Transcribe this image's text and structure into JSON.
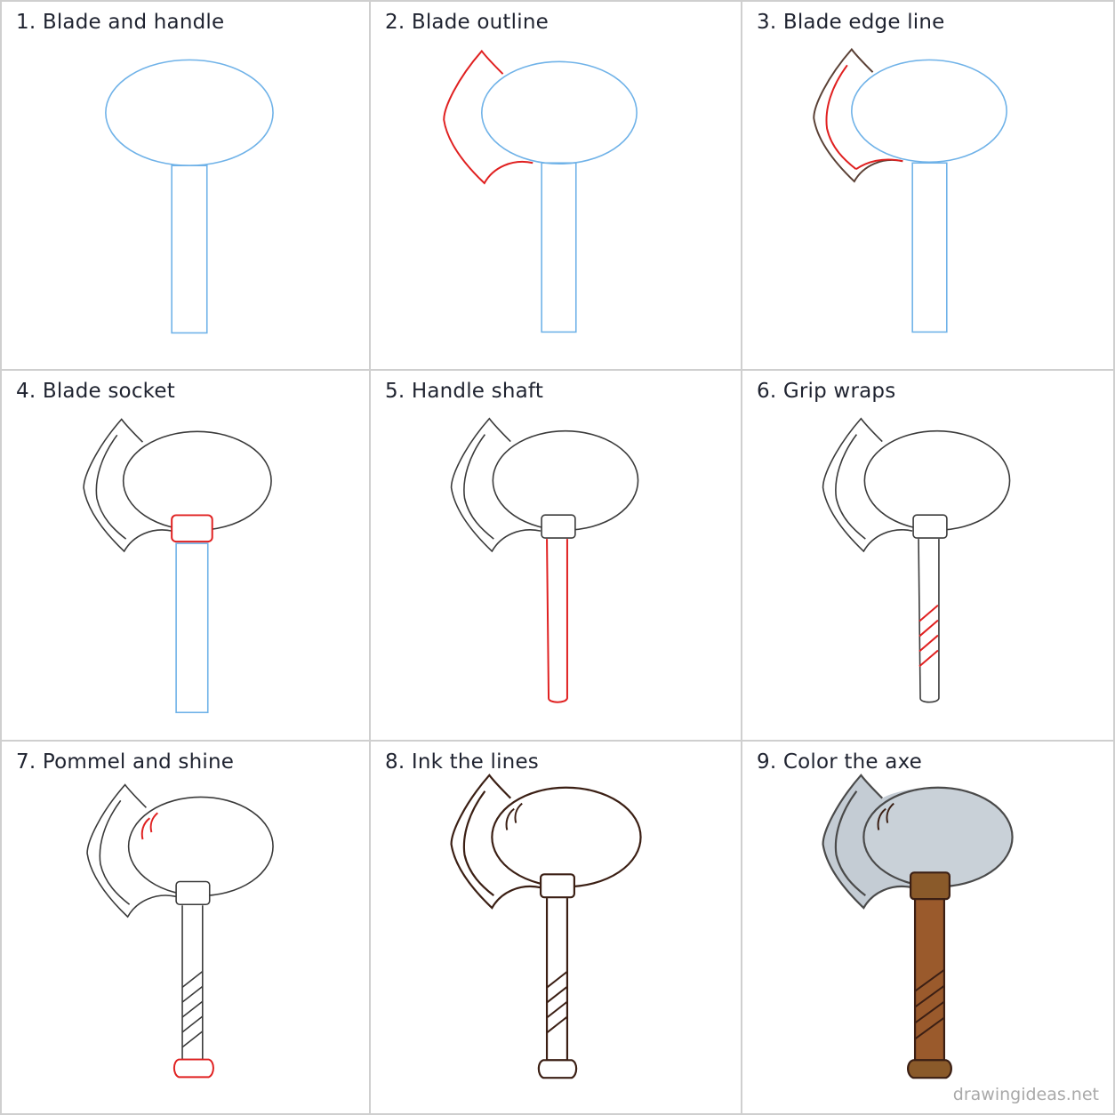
{
  "steps": [
    {
      "caption": "1. Blade and handle"
    },
    {
      "caption": "2. Blade outline"
    },
    {
      "caption": "3. Blade edge line"
    },
    {
      "caption": "4. Blade socket"
    },
    {
      "caption": "5. Handle shaft"
    },
    {
      "caption": "6. Grip wraps"
    },
    {
      "caption": "7. Pommel and shine"
    },
    {
      "caption": "8. Ink the lines"
    },
    {
      "caption": "9. Color the axe"
    }
  ],
  "watermark": "drawingideas.net",
  "colors": {
    "guide": "#6fb2e8",
    "new_stroke": "#e02020",
    "pencil": "#3a3a3a",
    "ink": "#3b1f14",
    "blade_fill": "#c4ccd4",
    "handle_fill": "#9a5a2c",
    "socket_fill": "#8a5a2a"
  }
}
